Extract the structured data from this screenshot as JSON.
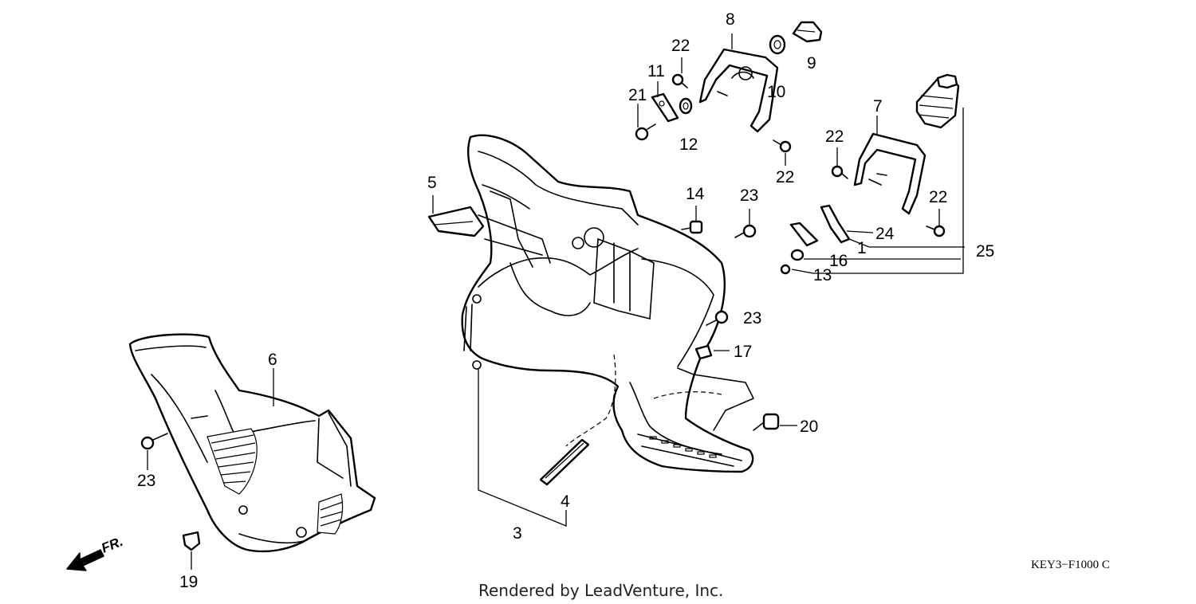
{
  "diagram": {
    "callouts": [
      {
        "id": "c1",
        "label": "1"
      },
      {
        "id": "c3",
        "label": "3"
      },
      {
        "id": "c4",
        "label": "4"
      },
      {
        "id": "c5",
        "label": "5"
      },
      {
        "id": "c6",
        "label": "6"
      },
      {
        "id": "c7",
        "label": "7"
      },
      {
        "id": "c8",
        "label": "8"
      },
      {
        "id": "c9",
        "label": "9"
      },
      {
        "id": "c10",
        "label": "10"
      },
      {
        "id": "c11",
        "label": "11"
      },
      {
        "id": "c12",
        "label": "12"
      },
      {
        "id": "c13",
        "label": "13"
      },
      {
        "id": "c14",
        "label": "14"
      },
      {
        "id": "c16",
        "label": "16"
      },
      {
        "id": "c17",
        "label": "17"
      },
      {
        "id": "c19",
        "label": "19"
      },
      {
        "id": "c20",
        "label": "20"
      },
      {
        "id": "c21",
        "label": "21"
      },
      {
        "id": "c22a",
        "label": "22"
      },
      {
        "id": "c22b",
        "label": "22"
      },
      {
        "id": "c22c",
        "label": "22"
      },
      {
        "id": "c22d",
        "label": "22"
      },
      {
        "id": "c23a",
        "label": "23"
      },
      {
        "id": "c23b",
        "label": "23"
      },
      {
        "id": "c23c",
        "label": "23"
      },
      {
        "id": "c24",
        "label": "24"
      },
      {
        "id": "c25",
        "label": "25"
      }
    ],
    "front_arrow_label": "FR.",
    "figure_code": "KEY3−F1000 C",
    "credit": "Rendered by LeadVenture, Inc."
  }
}
